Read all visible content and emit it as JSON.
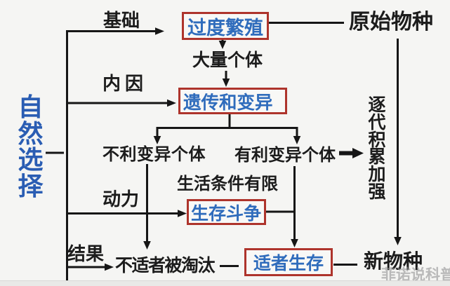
{
  "diagram": {
    "title_vertical": "自然选择",
    "nodes": {
      "overreproduction": "过度繁殖",
      "original_species": "原始物种",
      "large_numbers": "大量个体",
      "heredity_variation": "遗传和变异",
      "unfavorable_variants": "不利变异个体",
      "favorable_variants": "有利变异个体",
      "accumulate_vertical": "逐代积累加强",
      "limited_conditions": "生活条件有限",
      "struggle": "生存斗争",
      "unfit_eliminated": "不适者被淘汰",
      "fittest_survive": "适者生存",
      "new_species": "新物种"
    },
    "edge_labels": {
      "basis": "基础",
      "internal_cause": "内因",
      "driving_force": "动力",
      "result": "结果"
    },
    "watermark": "菲诺说科普",
    "colors": {
      "text_blue": "#2f6cbc",
      "box_border_red": "#ae342c",
      "line_black": "#161616",
      "background": "#f5f5f3"
    }
  }
}
